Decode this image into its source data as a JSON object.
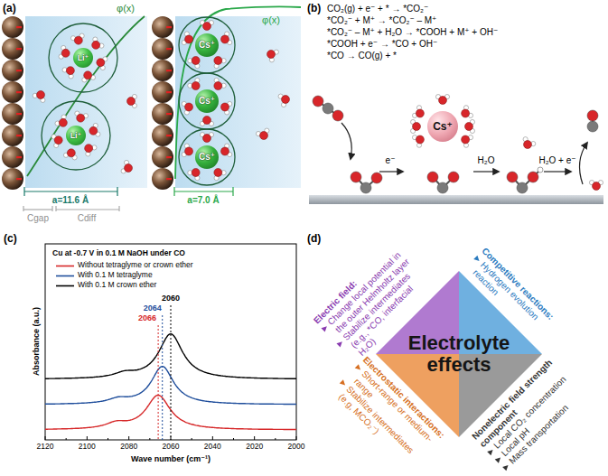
{
  "diagram": {
    "nodes": [
      {
        "text": [
          "Li⁺"
        ]
      },
      {
        "text": [
          "Li⁺"
        ]
      },
      {
        "text": [
          "Cs⁺"
        ]
      },
      {
        "text": [
          "Cs⁺"
        ]
      },
      {
        "text": [
          "Cs⁺"
        ]
      },
      {
        "text": [
          "Cs⁺"
        ]
      },
      {
        "text": [
          "Electrolyte effects"
        ]
      }
    ],
    "labels": [
      "(a)",
      "φ(x)",
      "φ(x)",
      "a=11.6 Å",
      "a=7.0 Å",
      "Cgap",
      "Cdiff",
      "(b)",
      "CO₂(g) + e⁻ + * → *CO₂⁻",
      "*CO₂⁻ + M⁺ → *CO₂⁻ – M⁺",
      "*CO₂⁻ – M⁺ + H₂O → *COOH + M⁺ + OH⁻",
      "*COOH + e⁻ → *CO + OH⁻",
      "*CO → CO(g) + *",
      "e⁻",
      "H₂O",
      "H₂O + e⁻",
      "(c)",
      "Cu at -0.7 V in 0.1 M NaOH under CO",
      "2060",
      "2064",
      "2066",
      "Absorbance (a.u.)",
      "Wave number (cm⁻¹)",
      "2120",
      "2100",
      "2080",
      "2060",
      "2040",
      "2020",
      "2000",
      "(d)",
      "Electric field:",
      "Change local potential in the outer Helmholtz layer",
      "Stabilize intermediates (e.g., *CO, interfacial H₂O)",
      "Competitive reactions:",
      "Hydrogen evolution reaction",
      "Electrostatic interactions:",
      "Short-range or medium-range",
      "Stabilize intermediates (e.g, MCO₂⁻)",
      "Nonelectric field strength component",
      "Local CO₂ concentration",
      "Local pH",
      "Mass transportation"
    ],
    "legend": [
      {
        "text": "Without tetraglyme or crown ether"
      },
      {
        "text": "With 0.1 M tetraglyme"
      },
      {
        "text": "With 0.1 M crown ether"
      }
    ]
  }
}
